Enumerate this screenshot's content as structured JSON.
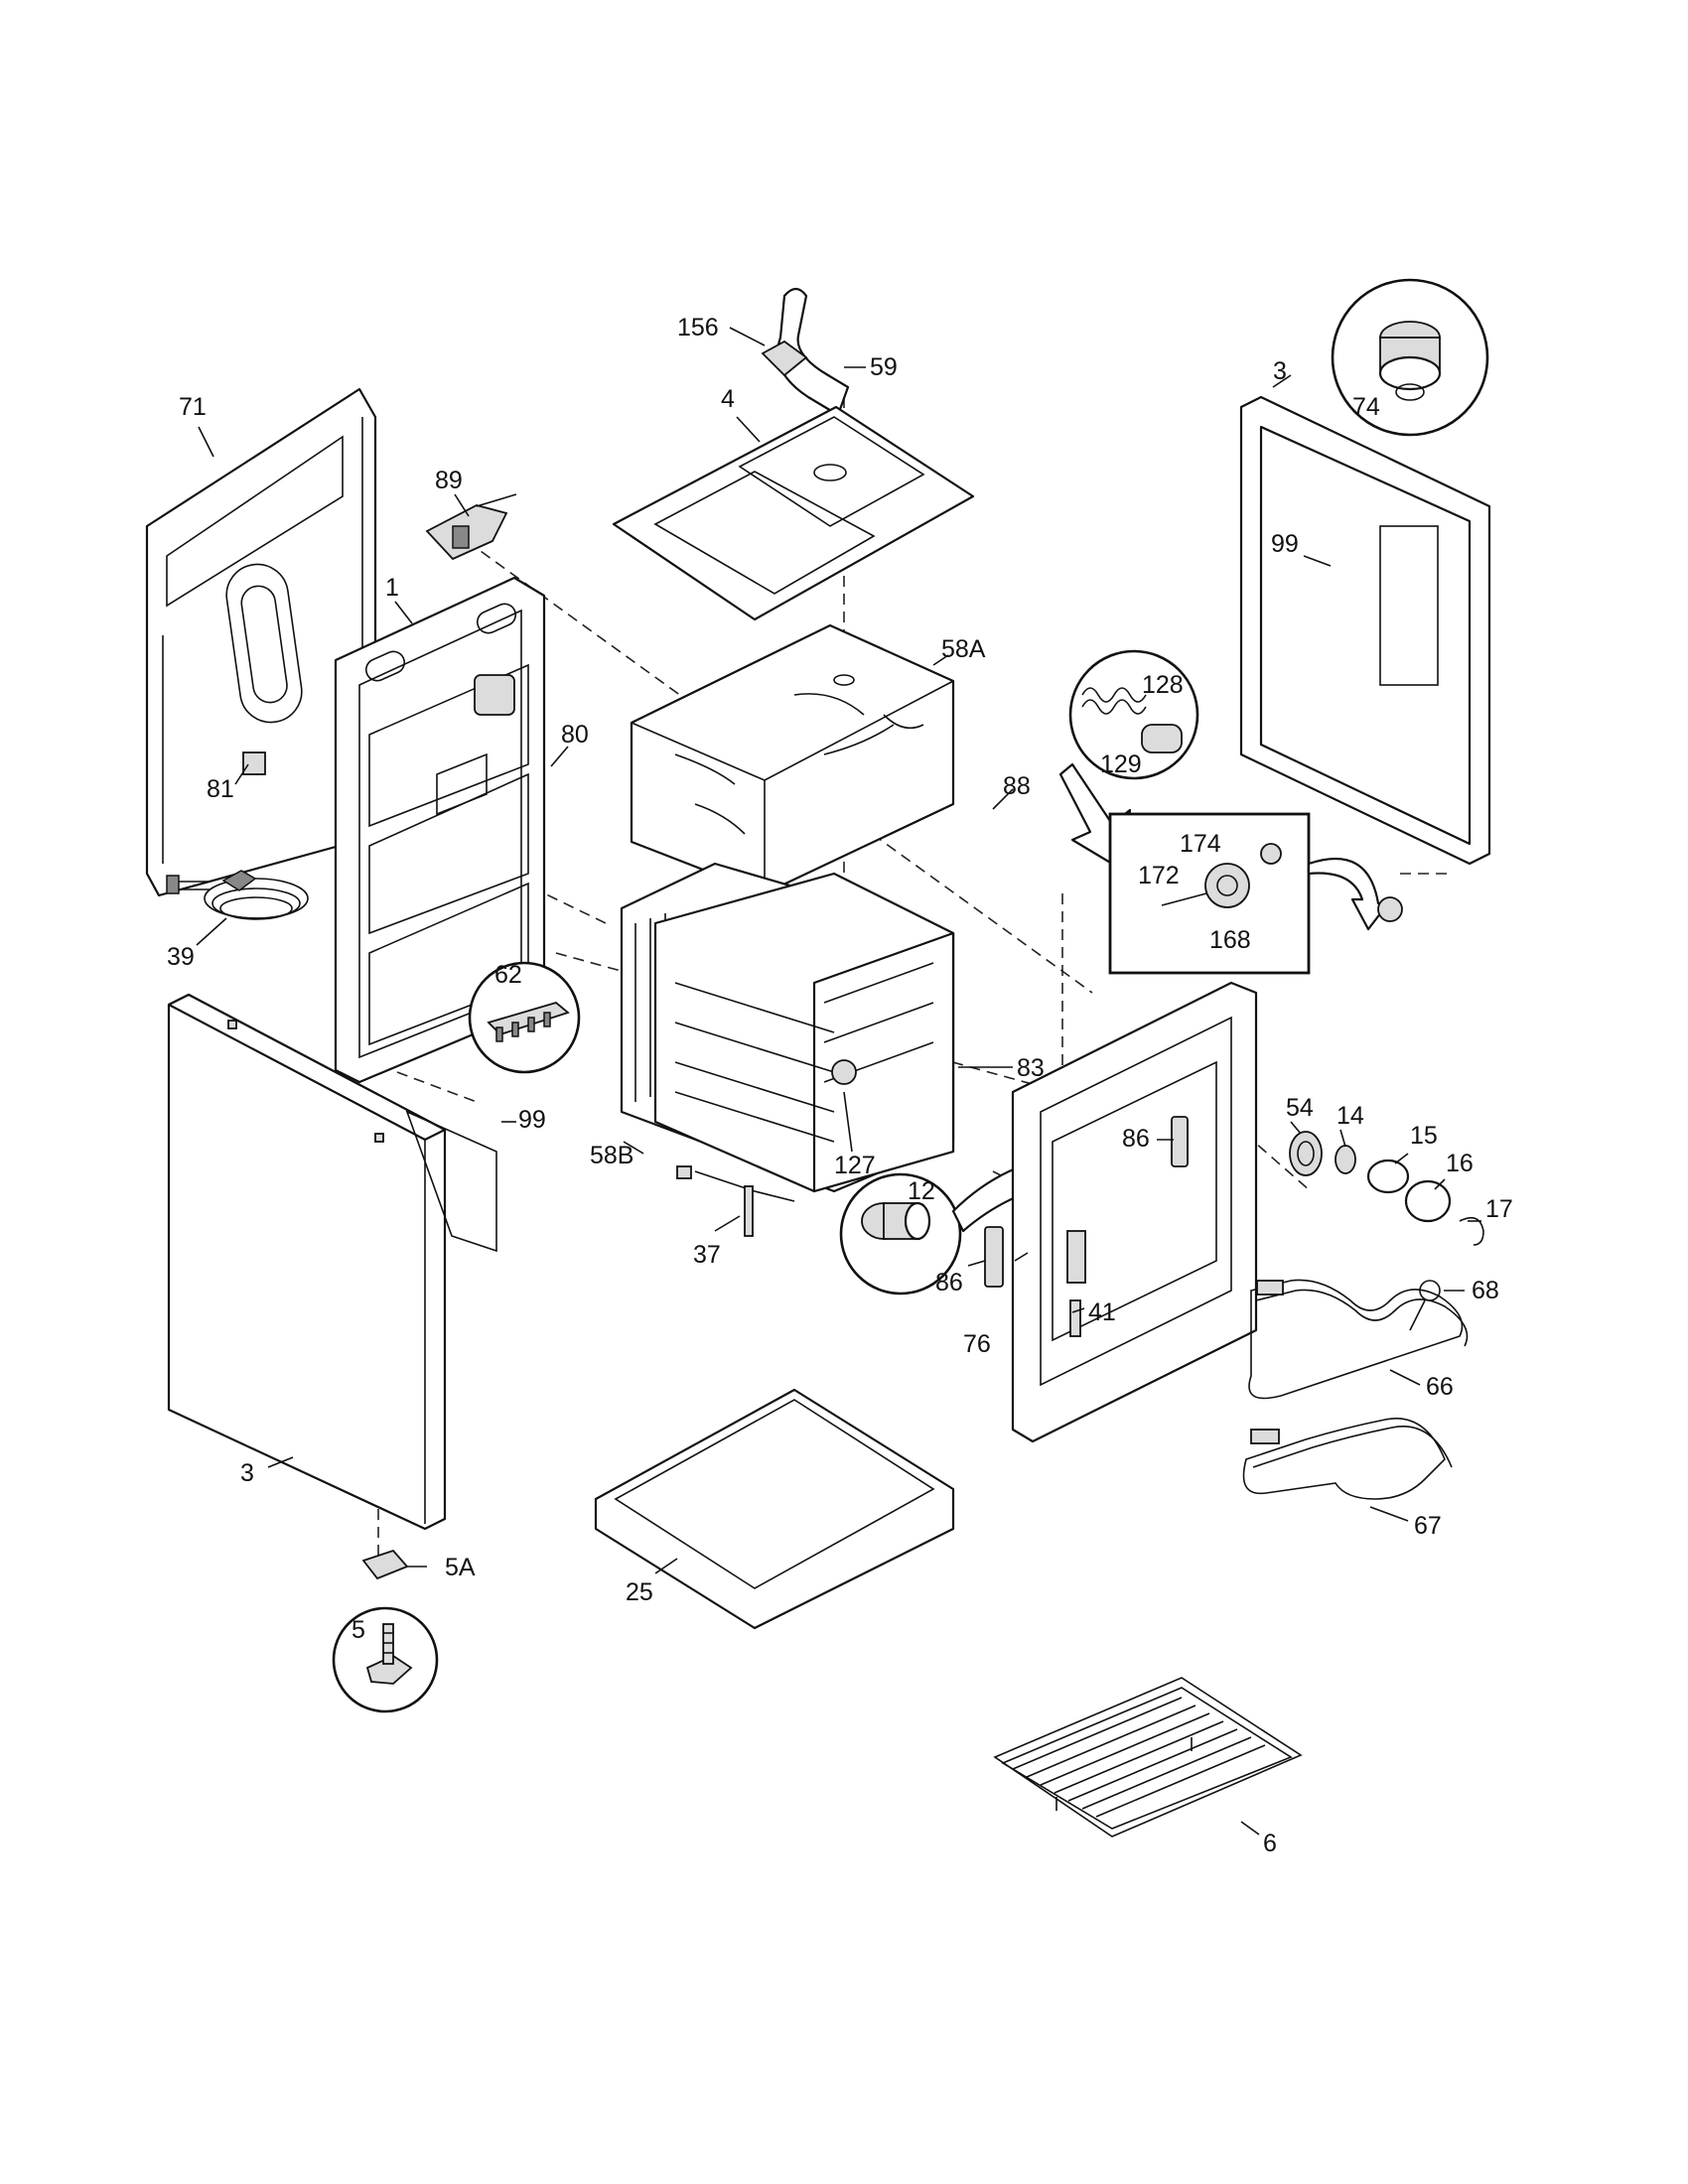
{
  "labels": {
    "p71": "71",
    "p89": "89",
    "p1": "1",
    "p80": "80",
    "p81": "81",
    "p39": "39",
    "p62": "62",
    "p99_left": "99",
    "p3_left": "3",
    "p5A": "5A",
    "p5": "5",
    "p156": "156",
    "p59": "59",
    "p4": "4",
    "p58A": "58A",
    "p88": "88",
    "p83": "83",
    "p127": "127",
    "p58B": "58B",
    "p37": "37",
    "p12": "12",
    "p25": "25",
    "p3_right": "3",
    "p74": "74",
    "p99_right": "99",
    "p128": "128",
    "p129": "129",
    "p174": "174",
    "p172": "172",
    "p168": "168",
    "p54": "54",
    "p14": "14",
    "p15": "15",
    "p16": "16",
    "p17": "17",
    "p86_upper": "86",
    "p86_lower": "86",
    "p41": "41",
    "p76": "76",
    "p68": "68",
    "p66": "66",
    "p67": "67",
    "p6": "6"
  }
}
